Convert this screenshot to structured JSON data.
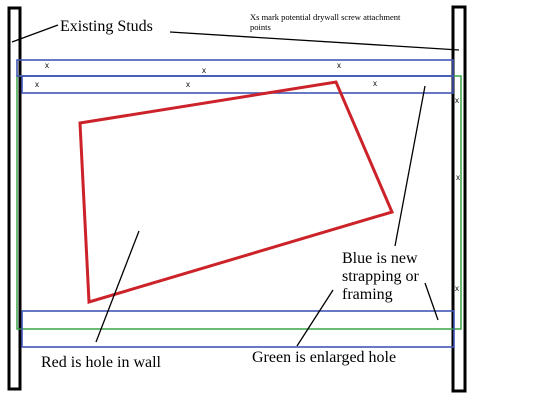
{
  "labels": {
    "studs": "Existing Studs",
    "xs_note_line1": "Xs mark potential  drywall screw attachment",
    "xs_note_line2": "points",
    "red": "Red is hole in wall",
    "green": "Green is enlarged hole",
    "blue_line1": "Blue is new",
    "blue_line2": "strapping or",
    "blue_line3": "framing"
  },
  "x_mark": "x",
  "colors": {
    "stud": "#000000",
    "hole": "#cc2229",
    "enlarged": "#2e9e3a",
    "strapping": "#4256b5"
  }
}
